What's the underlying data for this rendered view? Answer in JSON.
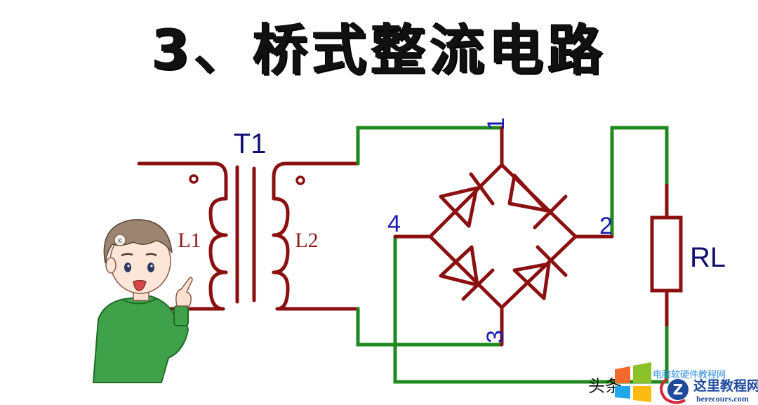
{
  "title": "3、桥式整流电路",
  "transformer": {
    "label": "T1",
    "primary_label": "L1",
    "secondary_label": "L2"
  },
  "bridge": {
    "pins": [
      "1",
      "2",
      "3",
      "4"
    ]
  },
  "load": {
    "label": "RL"
  },
  "colors": {
    "component": "#8b1010",
    "wire": "#1e8a1e",
    "pin_label": "#1a1ab0",
    "designator": "#101070"
  },
  "watermark": {
    "source_text": "头条",
    "partial_text": "电脑软硬件教程网",
    "site_name": "这里教程网",
    "site_url": "herecours.com",
    "logo_letter": "Z"
  }
}
